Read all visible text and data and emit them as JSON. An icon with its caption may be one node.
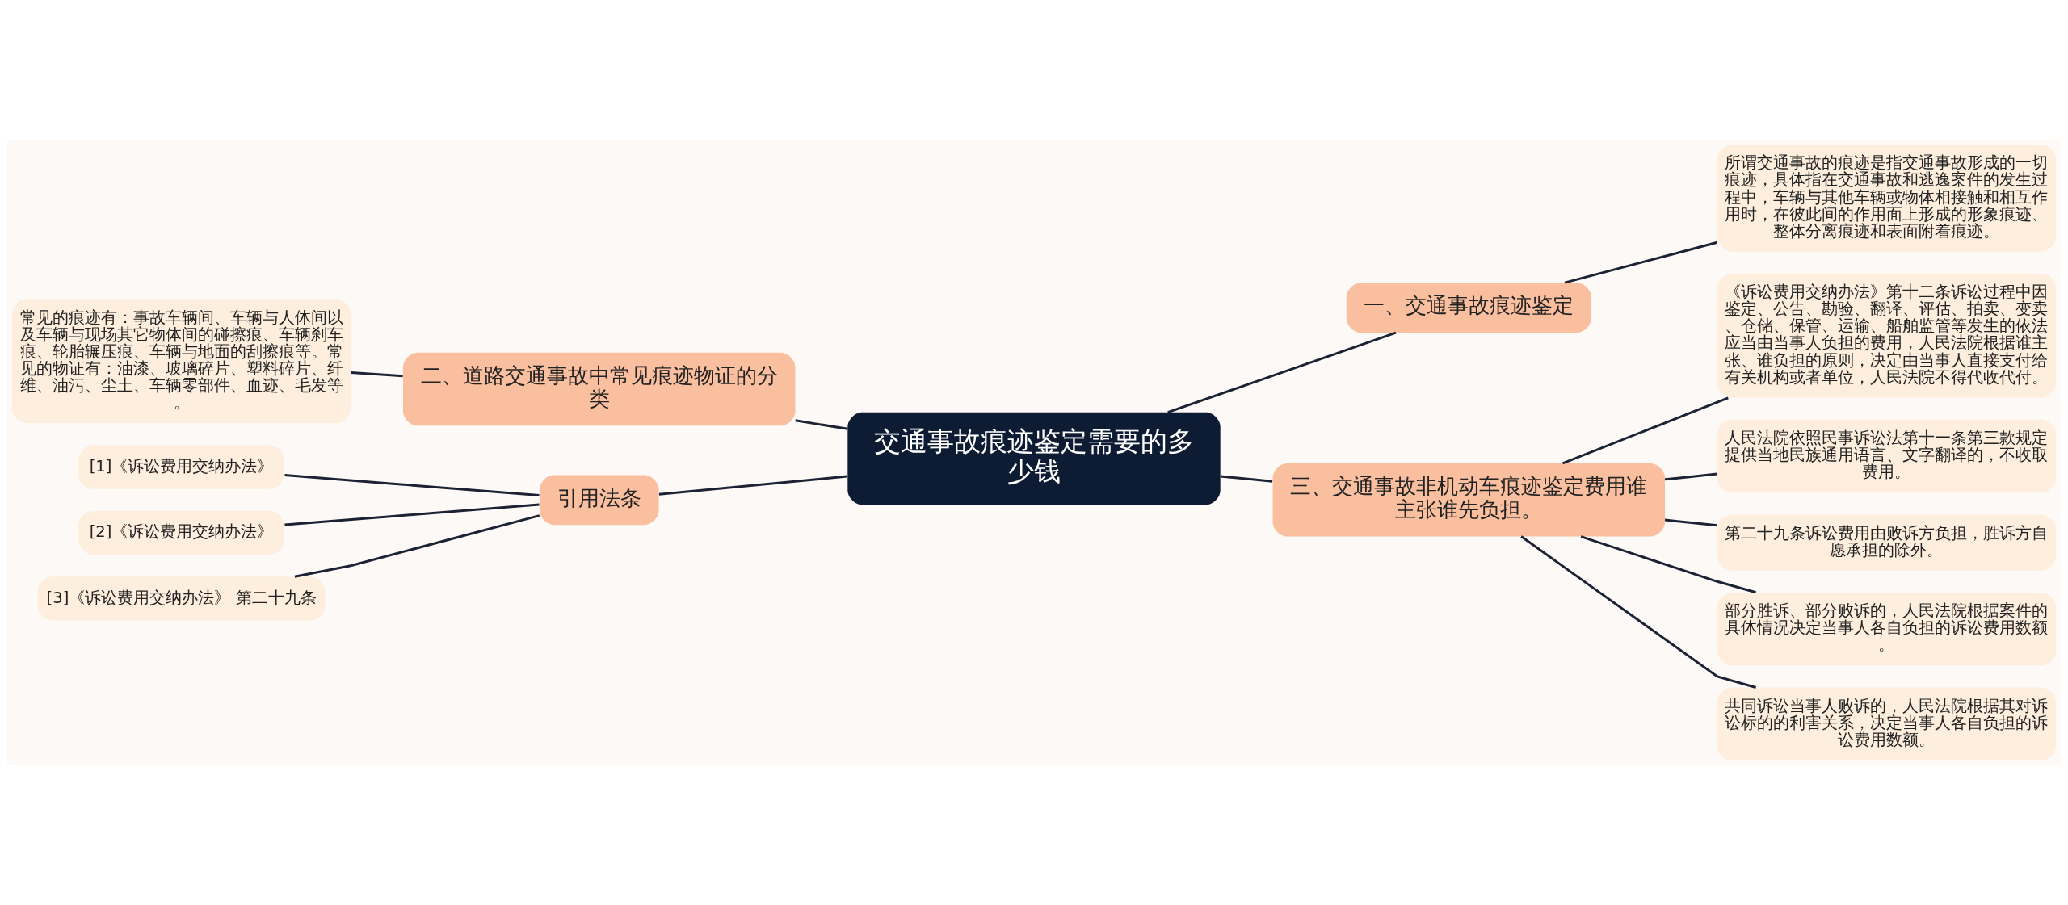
{
  "diagram": {
    "nodes": [
      {
        "text": [
          "交通事故痕迹鉴定需要的多少钱"
        ]
      },
      {
        "text": [
          "一、交通事故痕迹鉴定"
        ]
      },
      {
        "text": [
          "所谓交通事故的痕迹是指交通事故形成的一切痕迹，具体指在交通事故和逃逸案件的发生过程中，车辆与其他车辆或物体相接触和相互作用时，在彼此间的作用面上形成的形象痕迹、整体分离痕迹和表面附着痕迹。"
        ]
      },
      {
        "text": [
          "二、道路交通事故中常见痕迹物证的分类"
        ]
      },
      {
        "text": [
          "常见的痕迹有：事故车辆间、车辆与人体间以及车辆与现场其它物体间的碰擦痕、车辆刹车痕、轮胎辗压痕、车辆与地面的刮擦痕等。常见的物证有：油漆、玻璃碎片、塑料碎片、纤维、油污、尘土、车辆零部件、血迹、毛发等。"
        ]
      },
      {
        "text": [
          "引用法条"
        ]
      },
      {
        "text": [
          "[1]《诉讼费用交纳办法》"
        ]
      },
      {
        "text": [
          "[2]《诉讼费用交纳办法》"
        ]
      },
      {
        "text": [
          "[3]《诉讼费用交纳办法》 第二十九条"
        ]
      },
      {
        "text": [
          "三、交通事故非机动车痕迹鉴定费用谁主张谁先负担。"
        ]
      },
      {
        "text": [
          "《诉讼费用交纳办法》第十二条诉讼过程中因鉴定、公告、勘验、翻译、评估、拍卖、变卖、仓储、保管、运输、船舶监管等发生的依法应当由当事人负担的费用，人民法院根据谁主张、谁负担的原则，决定由当事人直接支付给有关机构或者单位，人民法院不得代收代付。"
        ]
      },
      {
        "text": [
          "人民法院依照民事诉讼法第十一条第三款规定提供当地民族通用语言、文字翻译的，不收取费用。"
        ]
      },
      {
        "text": [
          "第二十九条诉讼费用由败诉方负担，胜诉方自愿承担的除外。"
        ]
      },
      {
        "text": [
          "部分胜诉、部分败诉的，人民法院根据案件的具体情况决定当事人各自负担的诉讼费用数额。"
        ]
      },
      {
        "text": [
          "共同诉讼当事人败诉的，人民法院根据其对诉讼标的的利害关系，决定当事人各自负担的诉讼费用数额。"
        ]
      }
    ],
    "edges": [
      {
        "from": 0,
        "to": 1,
        "arrow": "none"
      },
      {
        "from": 1,
        "to": 2,
        "arrow": "none"
      },
      {
        "from": 0,
        "to": 3,
        "arrow": "none"
      },
      {
        "from": 3,
        "to": 4,
        "arrow": "none"
      },
      {
        "from": 0,
        "to": 5,
        "arrow": "none"
      },
      {
        "from": 5,
        "to": 6,
        "arrow": "none"
      },
      {
        "from": 5,
        "to": 7,
        "arrow": "none"
      },
      {
        "from": 5,
        "to": 8,
        "arrow": "none"
      },
      {
        "from": 0,
        "to": 9,
        "arrow": "none"
      },
      {
        "from": 9,
        "to": 10,
        "arrow": "none"
      },
      {
        "from": 9,
        "to": 11,
        "arrow": "none"
      },
      {
        "from": 9,
        "to": 12,
        "arrow": "none"
      },
      {
        "from": 9,
        "to": 13,
        "arrow": "none"
      },
      {
        "from": 9,
        "to": 14,
        "arrow": "none"
      }
    ]
  }
}
